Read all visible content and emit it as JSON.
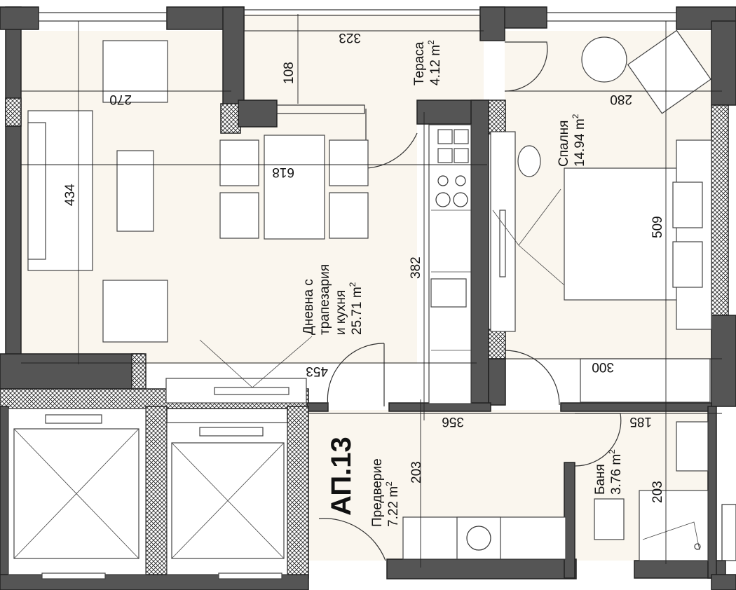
{
  "apartment": {
    "label": "АП.13"
  },
  "rooms": {
    "terrace": {
      "name": "Тераса",
      "area": "4.12 m",
      "sup": "2"
    },
    "bedroom": {
      "name": "Спалня",
      "area": "14.94 m",
      "sup": "2"
    },
    "living": {
      "line1": "Дневна с",
      "line2": "трапезария",
      "line3": "и кухня",
      "area": "25.71 m",
      "sup": "2"
    },
    "hall": {
      "name": "Предверие",
      "area": "7.22 m",
      "sup": "2"
    },
    "bath": {
      "name": "Баня",
      "area": "3.76 m",
      "sup": "2"
    }
  },
  "dimensions": {
    "terrace_width": "323",
    "terrace_depth": "108",
    "living_top": "270",
    "living_height": "434",
    "dining_width": "618",
    "kitchen_length": "382",
    "living_bottom": "453",
    "bedroom_top": "280",
    "bedroom_height": "509",
    "bedroom_bottom": "300",
    "hall_width": "356",
    "hall_height": "203",
    "bath_width": "185",
    "bath_height": "203"
  }
}
